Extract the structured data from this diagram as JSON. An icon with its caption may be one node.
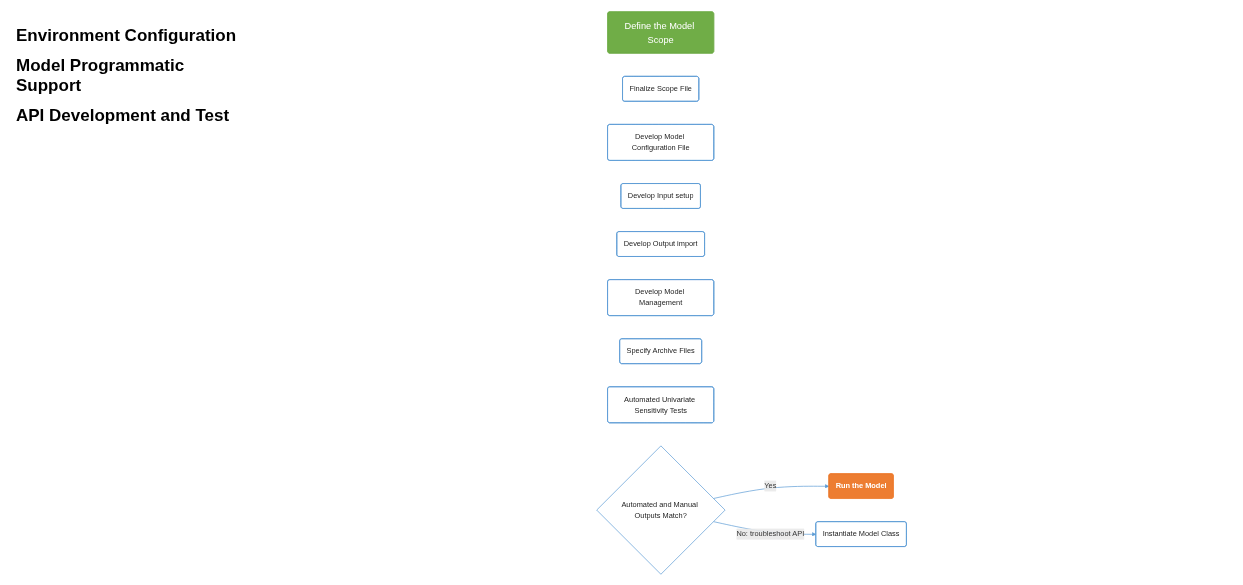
{
  "diagram": {
    "nodes": [
      {
        "text": [
          "Define the Model Scope"
        ]
      },
      {
        "text": [
          "Finalize Scope File"
        ]
      },
      {
        "text": [
          "Develop Model Configuration File"
        ]
      },
      {
        "text": [
          "Develop Input setup"
        ]
      },
      {
        "text": [
          "Develop Output import"
        ]
      },
      {
        "text": [
          "Develop Model Management"
        ]
      },
      {
        "text": [
          "Specify Archive Files"
        ]
      },
      {
        "text": [
          "Instantiate Model Class"
        ]
      },
      {
        "text": [
          "Automated Univariate Sensitivity Tests"
        ]
      },
      {
        "text": [
          "Automated and Manual Outputs Match?"
        ]
      },
      {
        "text": [
          "Run the Model"
        ]
      }
    ],
    "edges": [
      {
        "from": 9,
        "to": 10,
        "arrow": "to",
        "label": "Yes"
      },
      {
        "from": 9,
        "to": 7,
        "arrow": "to",
        "label": "No: troubleshoot API"
      }
    ],
    "labels": [
      "Environment Configuration",
      "Model Programmatic Support",
      "API Development and Test"
    ]
  }
}
